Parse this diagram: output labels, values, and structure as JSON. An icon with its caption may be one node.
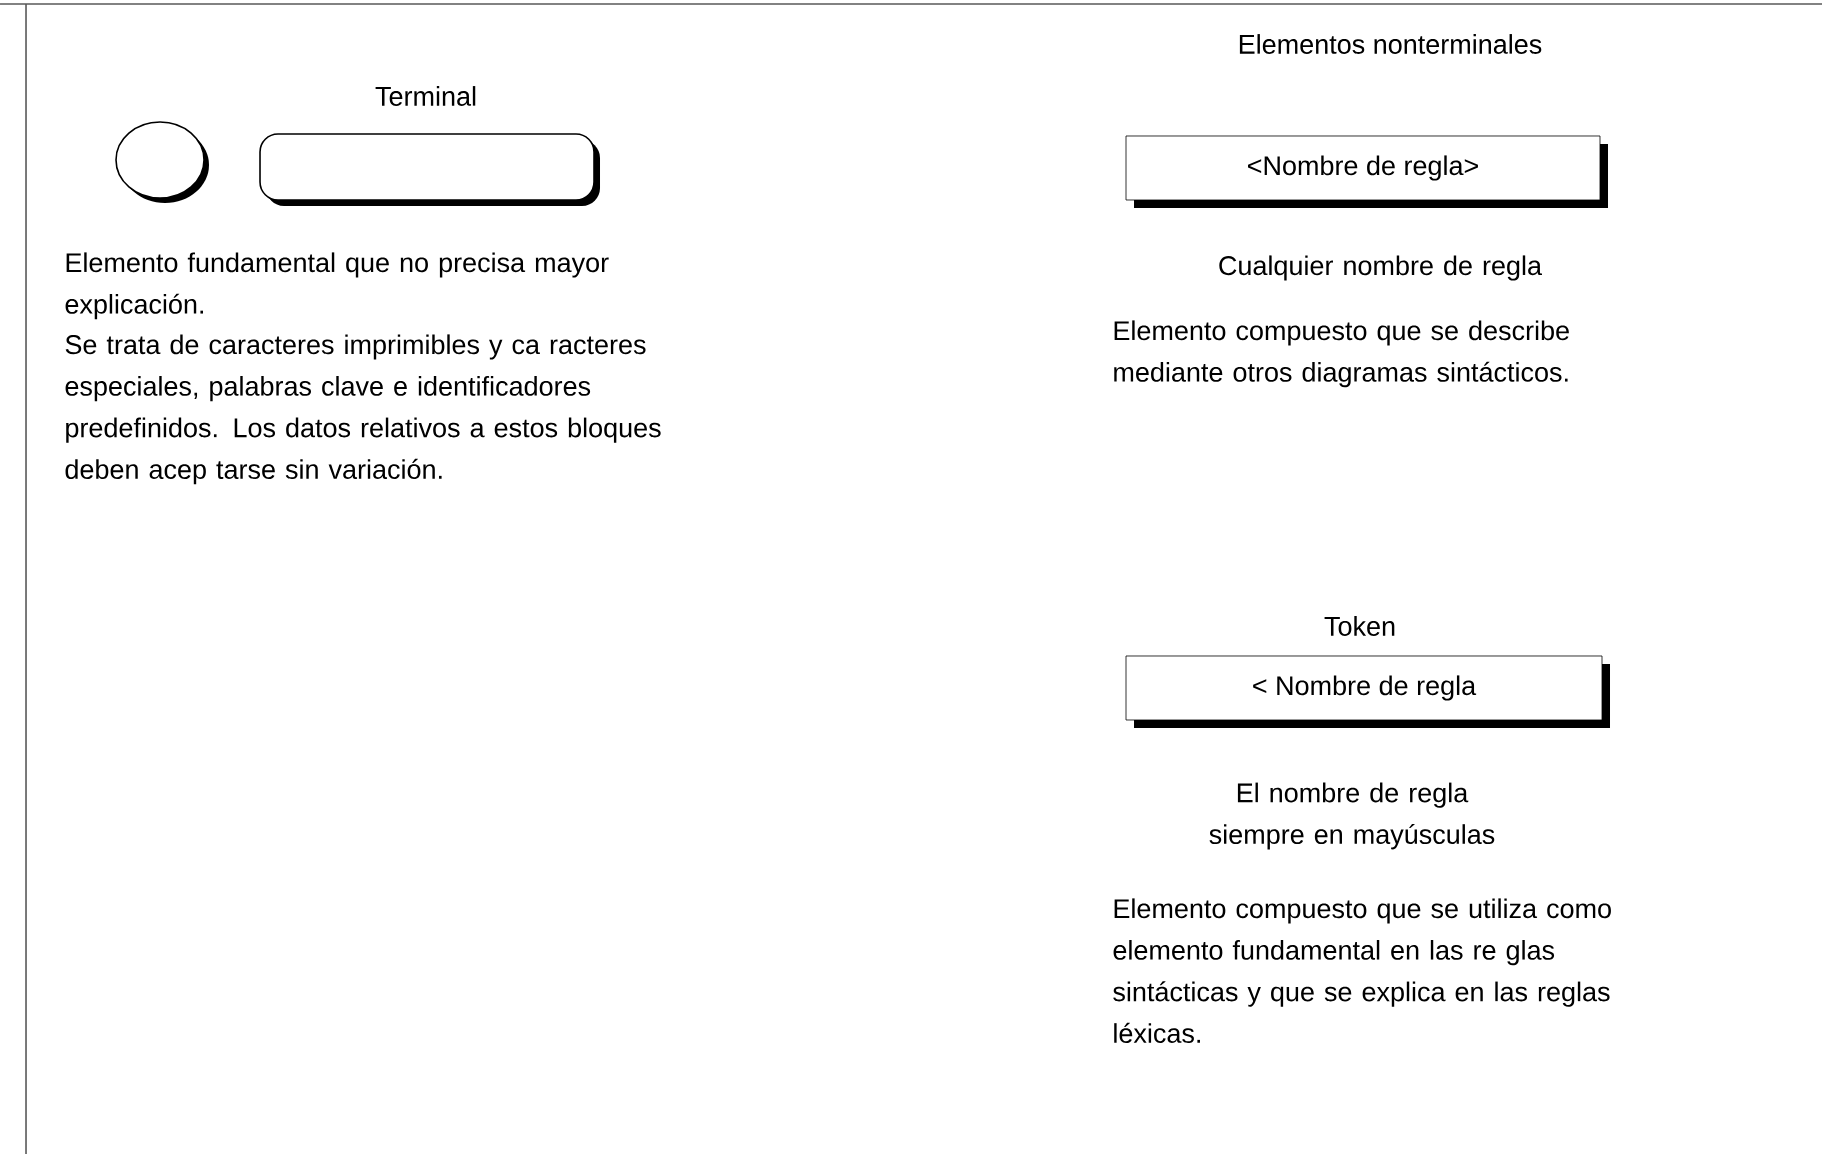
{
  "diagram": {
    "nodes": [
      {
        "text": [],
        "shape": "circle"
      },
      {
        "text": [],
        "shape": "box"
      },
      {
        "text": [
          "Elementos nonterminales",
          "<Nombre de regla>"
        ],
        "beside": [
          "Cualquier nombre de regla"
        ]
      },
      {
        "text": [
          "Token",
          "< Nombre de regla"
        ],
        "beside": [
          "El nombre de regla siempre en mayúsculas"
        ]
      }
    ],
    "edges": [],
    "labels": [
      "Terminal",
      "Elemento fundamental que no precisa mayor explicación.",
      "Se trata de caracteres imprimibles y ca racteres especiales, palabras clave e identificadores predefinidos. Los datos relativos a estos bloques deben acep tarse sin variación.",
      "Elemento compuesto que se describe mediante otros diagramas sintácticos.",
      "Elemento compuesto que se utiliza como elemento fundamental en las re glas sintácticas y que se explica en las reglas léxicas."
    ]
  }
}
